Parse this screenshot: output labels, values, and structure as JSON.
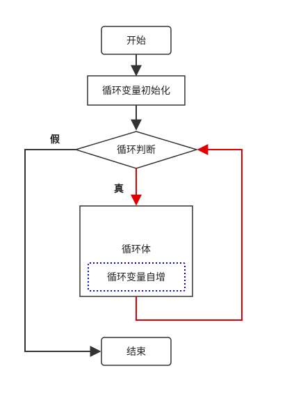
{
  "flowchart": {
    "nodes": {
      "start": "开始",
      "init": "循环变量初始化",
      "condition": "循环判断",
      "body": "循环体",
      "increment": "循环变量自增",
      "end": "结束"
    },
    "branches": {
      "true_label": "真",
      "false_label": "假"
    },
    "colors": {
      "normal_line": "#333333",
      "true_line": "#e00000",
      "loop_line": "#e00000",
      "increment_border": "#0000cc"
    }
  }
}
